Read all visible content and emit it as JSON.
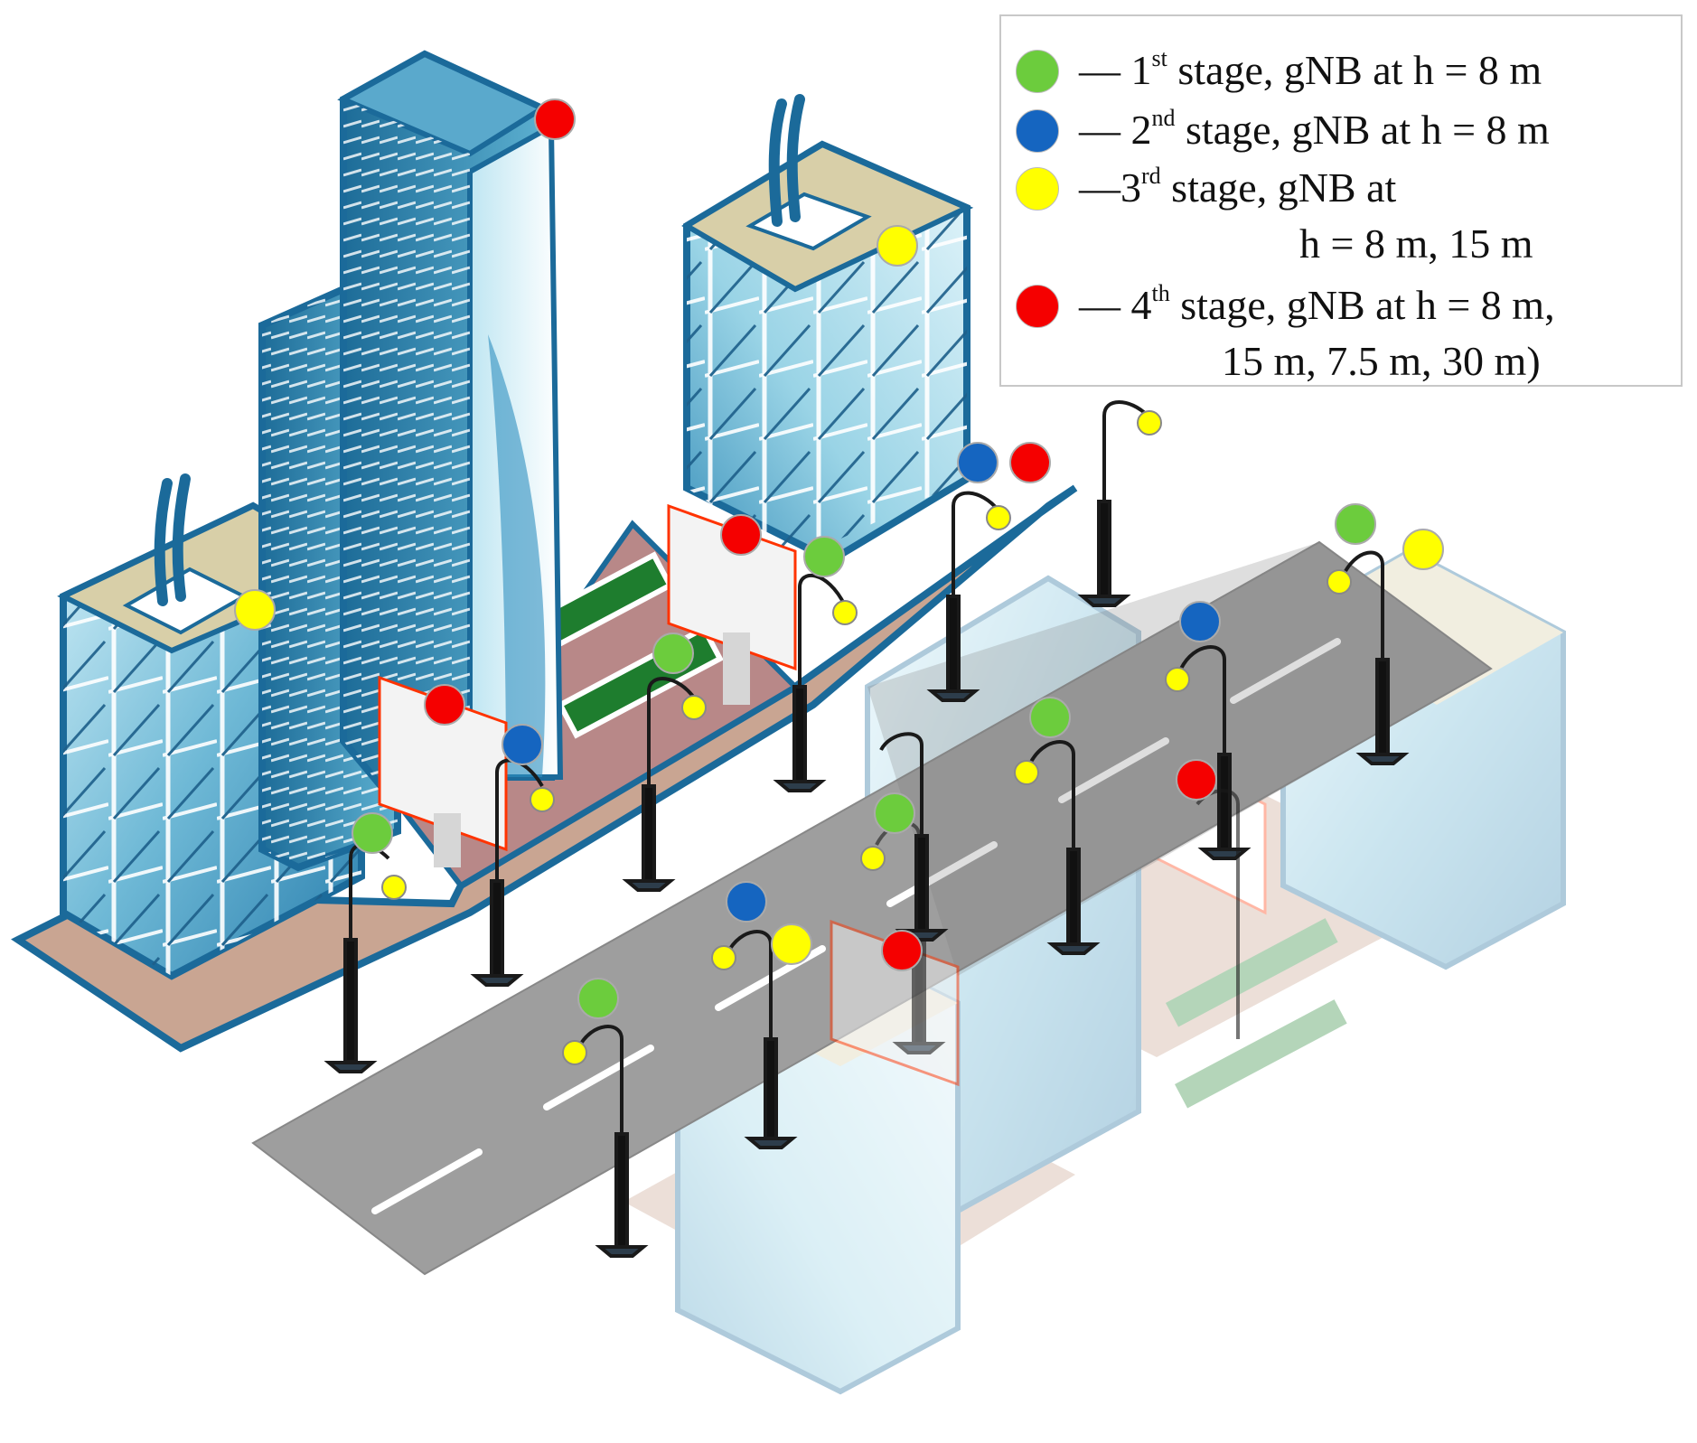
{
  "legend": {
    "items": [
      {
        "stage": "green",
        "color": "#6ccc3d",
        "dash": "—",
        "ordinal": "1",
        "suffix": "st",
        "text": "stage, gNB at h = 8 m",
        "cont": ""
      },
      {
        "stage": "blue",
        "color": "#1565c0",
        "dash": "—",
        "ordinal": "2",
        "suffix": "nd",
        "text": "stage, gNB at h = 8 m",
        "cont": ""
      },
      {
        "stage": "yellow",
        "color": "#ffff00",
        "dash": "—",
        "ordinal": "3",
        "suffix": "rd",
        "text": "stage, gNB at",
        "cont": "h = 8 m, 15 m"
      },
      {
        "stage": "red",
        "color": "#f50000",
        "dash": "—",
        "ordinal": "4",
        "suffix": "th",
        "text": "stage, gNB at h = 8 m,",
        "cont": "15 m, 7.5 m, 30 m)"
      }
    ]
  },
  "colors": {
    "green": "#6ccc3d",
    "blue": "#1565c0",
    "yellow": "#ffff00",
    "red": "#f50000",
    "road": "#9e9e9e",
    "sidewalk": "#b88888",
    "building_dark": "#1b6a9a",
    "building_light": "#7fc7dd",
    "roof": "#d8cfa8"
  }
}
